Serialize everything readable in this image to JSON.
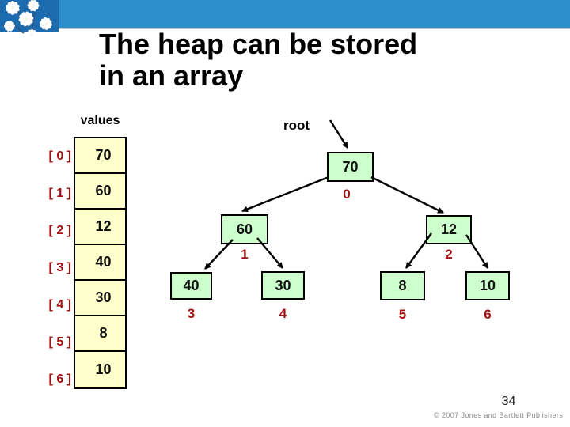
{
  "slide": {
    "title_line1": "The heap can be stored",
    "title_line2": "in an array",
    "page_number": "34",
    "copyright": "© 2007 Jones and Bartlett Publishers"
  },
  "array": {
    "label": "values",
    "cells": [
      {
        "index_label": "[ 0 ]",
        "value": "70"
      },
      {
        "index_label": "[ 1 ]",
        "value": "60"
      },
      {
        "index_label": "[ 2 ]",
        "value": "12"
      },
      {
        "index_label": "[ 3 ]",
        "value": "40"
      },
      {
        "index_label": "[ 4 ]",
        "value": "30"
      },
      {
        "index_label": "[ 5 ]",
        "value": "8"
      },
      {
        "index_label": "[ 6 ]",
        "value": "10"
      }
    ]
  },
  "tree": {
    "root_label": "root",
    "nodes": [
      {
        "value": "70",
        "index": "0"
      },
      {
        "value": "60",
        "index": "1"
      },
      {
        "value": "12",
        "index": "2"
      },
      {
        "value": "40",
        "index": "3"
      },
      {
        "value": "30",
        "index": "4"
      },
      {
        "value": "8",
        "index": "5"
      },
      {
        "value": "10",
        "index": "6"
      }
    ]
  },
  "colors": {
    "header_blue": "#2E8ECB",
    "flower_panel_blue": "#1E6CB0",
    "cell_yellow": "#FFFFCC",
    "node_green": "#CCFFCC",
    "index_red": "#A21212"
  }
}
